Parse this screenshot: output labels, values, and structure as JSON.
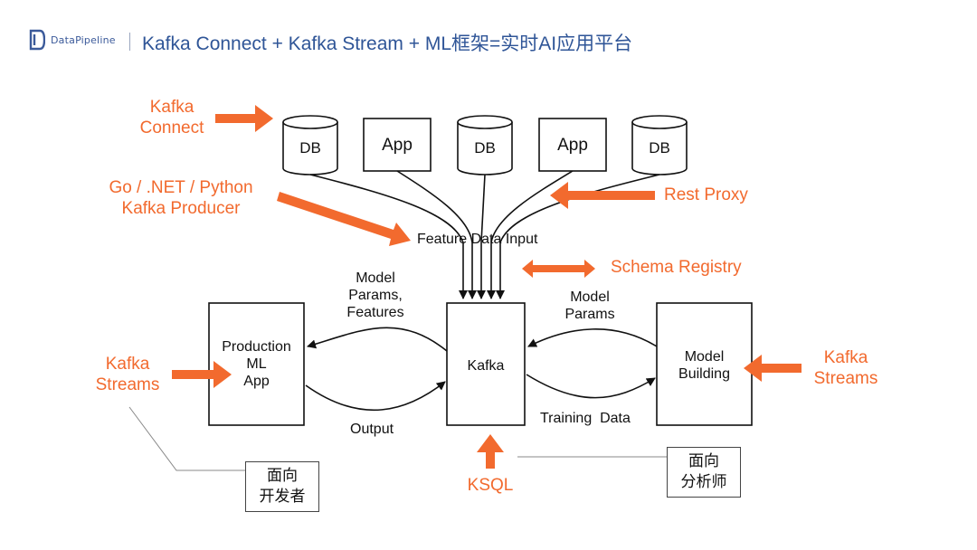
{
  "header": {
    "logo_text": "DataPipeline",
    "title": "Kafka Connect + Kafka Stream + ML框架=实时AI应用平台"
  },
  "sources": {
    "db1": "DB",
    "app1": "App",
    "db2": "DB",
    "app2": "App",
    "db3": "DB"
  },
  "labels": {
    "kafka_connect": [
      "Kafka",
      "Connect"
    ],
    "producer": [
      "Go / .NET / Python",
      "Kafka Producer"
    ],
    "rest_proxy": "Rest Proxy",
    "schema_registry": "Schema Registry",
    "feature_input": "Feature Data Input",
    "model_params_features": [
      "Model",
      "Params,",
      "Features"
    ],
    "model_params": [
      "Model",
      "Params"
    ],
    "output": "Output",
    "training_data": "Training  Data",
    "ksql": "KSQL",
    "kafka_streams_left": [
      "Kafka",
      "Streams"
    ],
    "kafka_streams_right": [
      "Kafka",
      "Streams"
    ]
  },
  "boxes": {
    "production": [
      "Production",
      "ML",
      "App"
    ],
    "kafka": "Kafka",
    "model_building": [
      "Model",
      "Building"
    ]
  },
  "notes": {
    "developer": [
      "面向",
      "开发者"
    ],
    "analyst": [
      "面向",
      "分析师"
    ]
  },
  "colors": {
    "accent": "#f26a2e",
    "title": "#2f5597",
    "line": "#111111"
  }
}
